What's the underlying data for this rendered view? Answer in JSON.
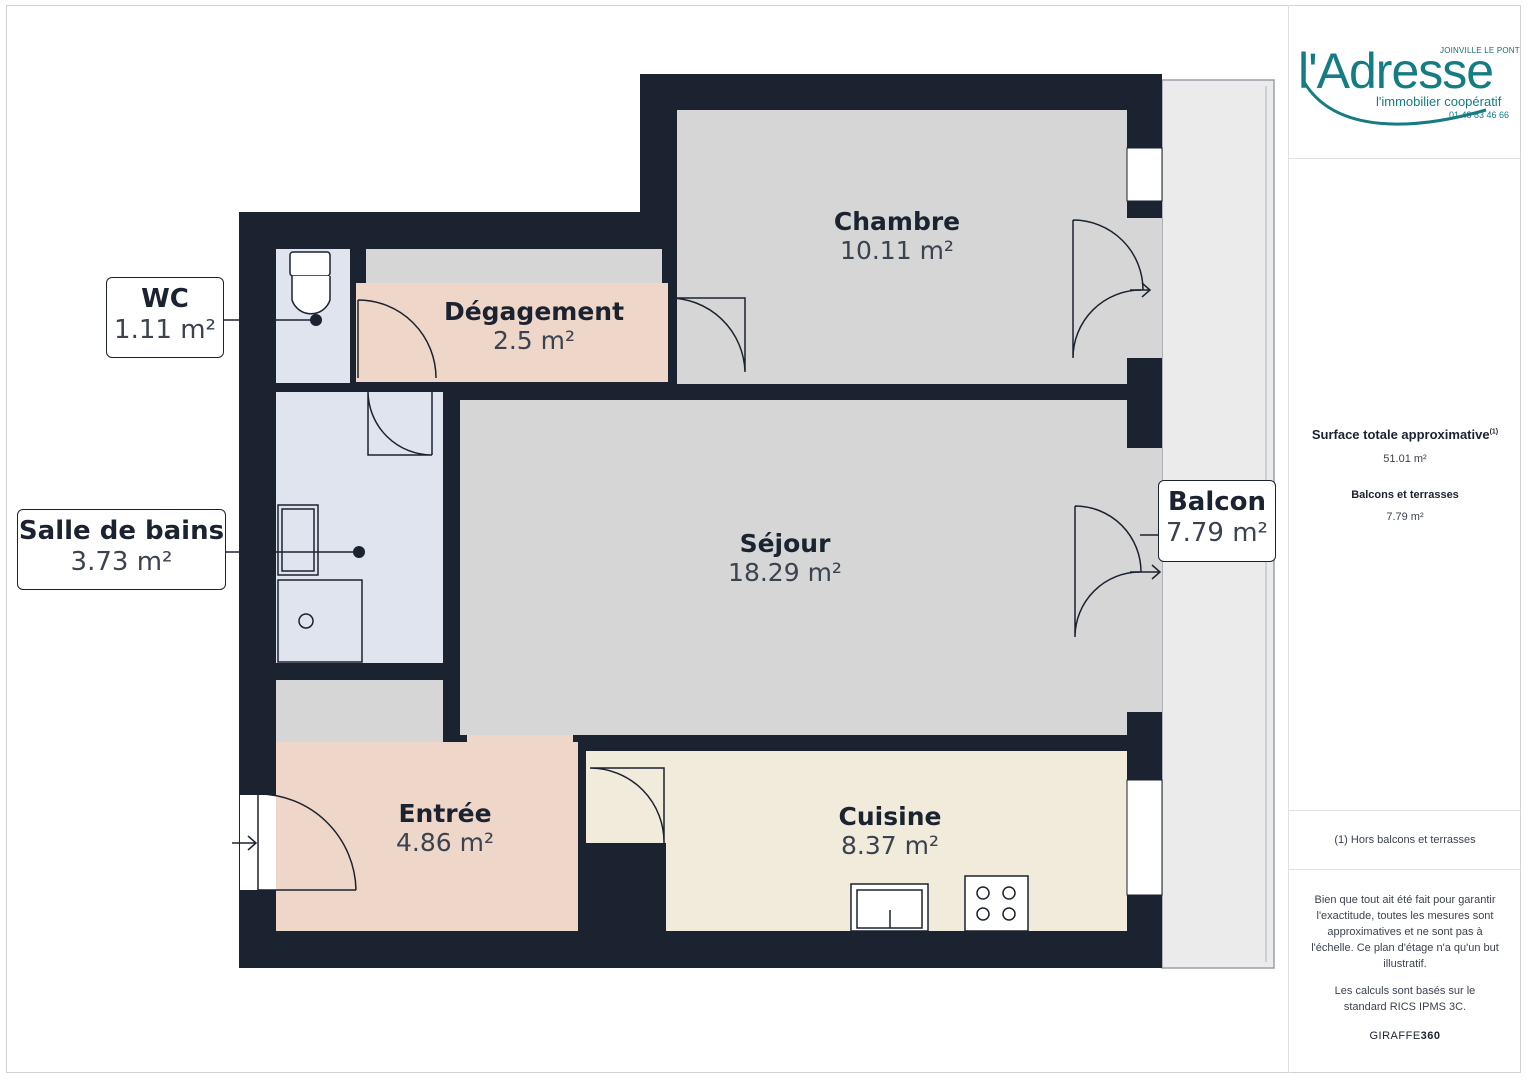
{
  "rooms": {
    "chambre": {
      "name": "Chambre",
      "area": "10.11 m²"
    },
    "degagement": {
      "name": "Dégagement",
      "area": "2.5 m²"
    },
    "sejour": {
      "name": "Séjour",
      "area": "18.29 m²"
    },
    "entree": {
      "name": "Entrée",
      "area": "4.86 m²"
    },
    "cuisine": {
      "name": "Cuisine",
      "area": "8.37 m²"
    },
    "wc": {
      "name": "WC",
      "area": "1.11 m²"
    },
    "salle_de_bains": {
      "name": "Salle de bains",
      "area": "3.73 m²"
    },
    "balcon": {
      "name": "Balcon",
      "area": "7.79 m²"
    }
  },
  "logo": {
    "wordmark": "l'Adresse",
    "city": "JOINVILLE LE PONT",
    "tagline": "l'immobilier coopératif",
    "phone": "01 48 83 46 66"
  },
  "summary": {
    "total_label": "Surface totale approximative",
    "total_note_mark": "(1)",
    "total_value": "51.01 m²",
    "balcony_label": "Balcons et terrasses",
    "balcony_value": "7.79 m²",
    "footnote": "(1) Hors balcons et terrasses",
    "disclaimer": "Bien que tout ait été fait pour garantir l'exactitude, toutes les mesures sont approximatives et ne sont pas à l'échelle. Ce plan d'étage n'a qu'un but illustratif.",
    "standard": "Les calculs sont basés sur le standard RICS IPMS 3C.",
    "brand_prefix": "GIRAFFE",
    "brand_suffix": "360"
  },
  "colors": {
    "wall": "#1b2230",
    "room_grey": "#d6d6d6",
    "hall_pink": "#eed6c8",
    "bath_blue": "#dfe4ee",
    "kitchen_cream": "#f0ebda",
    "balcony": "#ebebeb",
    "brand_teal": "#157c84"
  }
}
